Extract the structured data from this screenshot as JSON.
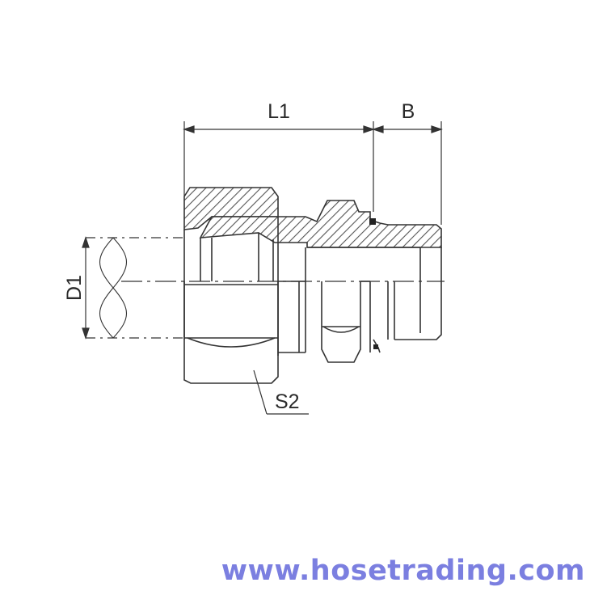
{
  "drawing": {
    "labels": {
      "l1": "L1",
      "b": "B",
      "d1": "D1",
      "s2": "S2"
    }
  },
  "watermark": {
    "text": "www.hosetrading.com",
    "color": "#7b7fe0"
  }
}
